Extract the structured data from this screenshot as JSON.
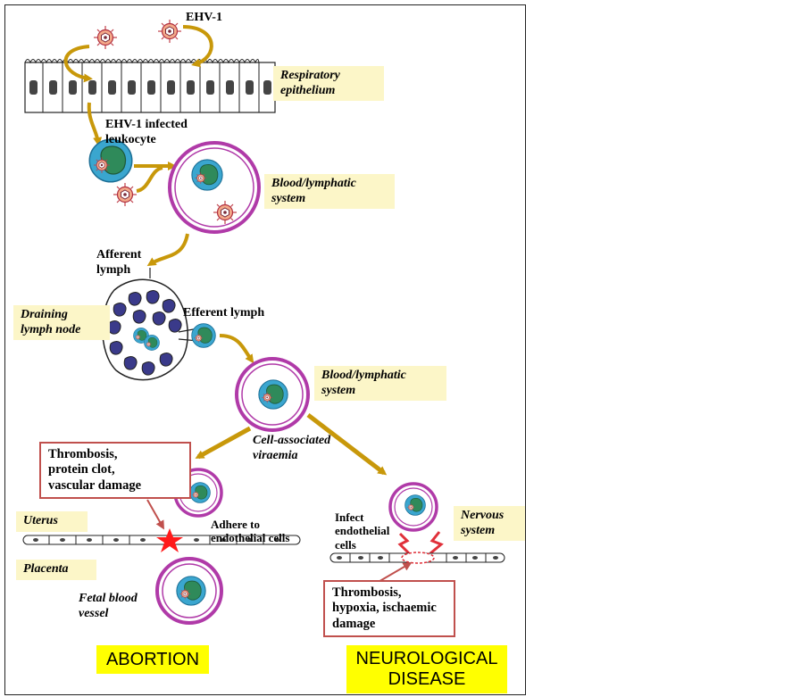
{
  "labels": {
    "ehv1": "EHV-1",
    "respiratory_epithelium": [
      "Respiratory",
      "epithelium"
    ],
    "infected_leukocyte": [
      "EHV-1 infected",
      "leukocyte"
    ],
    "blood_lymphatic_1": [
      "Blood/lymphatic",
      "system"
    ],
    "afferent_lymph": [
      "Afferent",
      "lymph"
    ],
    "draining_lymph_node": [
      "Draining",
      "lymph node"
    ],
    "efferent_lymph": "Efferent lymph",
    "blood_lymphatic_2": [
      "Blood/lymphatic",
      "system"
    ],
    "cell_associated_viraemia": [
      "Cell-associated",
      "viraemia"
    ],
    "thrombosis_1": [
      "Thrombosis,",
      "protein clot,",
      "vascular damage"
    ],
    "adhere": [
      "Adhere to",
      "endothelial cells"
    ],
    "uterus": "Uterus",
    "placenta": "Placenta",
    "fetal_vessel": [
      "Fetal blood",
      "vessel"
    ],
    "infect_endothelial": [
      "Infect",
      "endothelial",
      "cells"
    ],
    "nervous_system": [
      "Nervous",
      "system"
    ],
    "thrombosis_2": [
      "Thrombosis,",
      "hypoxia, ischaemic",
      "damage"
    ],
    "abortion": "ABORTION",
    "neurological_disease": [
      "NEUROLOGICAL",
      "DISEASE"
    ]
  },
  "colors": {
    "arrow": "#c8980a",
    "vessel_wall": "#b03aa8",
    "cytoplasm": "#3aa6cf",
    "nucleus": "#2f8a5a",
    "node_fill": "#3a3a8a",
    "label_bg": "#fcf6c8",
    "callout_border": "#c0504d",
    "outcome_bg": "#ffff00",
    "star": "#ff1a1a"
  },
  "icons": [
    "virus-icon",
    "leukocyte-icon",
    "blood-vessel-icon",
    "lymph-node-icon",
    "endothelium-icon",
    "star-icon",
    "lightning-icon"
  ]
}
